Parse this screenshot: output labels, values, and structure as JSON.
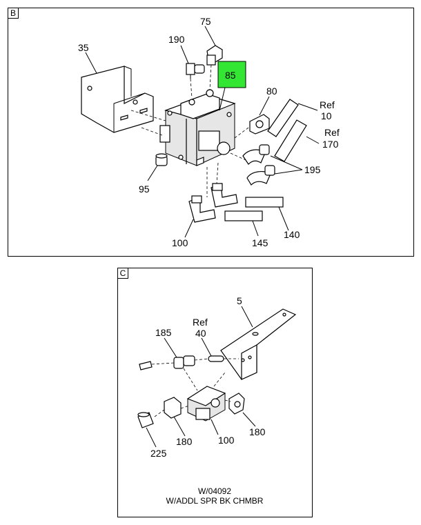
{
  "panel_b": {
    "tag": "B",
    "callouts": {
      "c35": "35",
      "c190": "190",
      "c75": "75",
      "c85": "85",
      "c80": "80",
      "c_ref10_a": "Ref",
      "c_ref10_b": "10",
      "c_ref170_a": "Ref",
      "c_ref170_b": "170",
      "c195": "195",
      "c95": "95",
      "c140": "140",
      "c100": "100",
      "c145": "145"
    },
    "highlight_color": "#33e633"
  },
  "panel_c": {
    "tag": "C",
    "callouts": {
      "c5": "5",
      "c_ref40_a": "Ref",
      "c_ref40_b": "40",
      "c185": "185",
      "c180a": "180",
      "c100": "100",
      "c180b": "180",
      "c225": "225"
    },
    "caption_line1": "W/04092",
    "caption_line2": "W/ADDL SPR BK CHMBR"
  }
}
